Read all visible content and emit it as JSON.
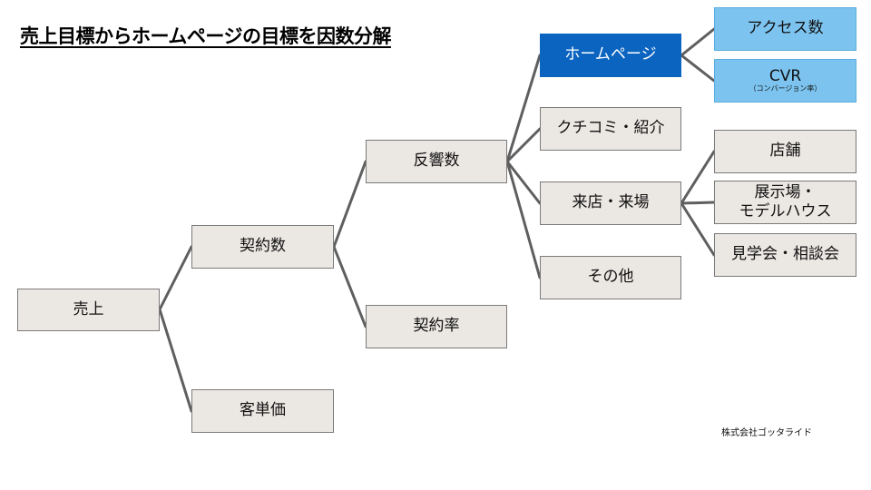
{
  "title": "売上目標からホームページの目標を因数分解",
  "nodes": {
    "sales": "売上",
    "contracts": "契約数",
    "unit_price": "客単価",
    "responses": "反響数",
    "contract_rate": "契約率",
    "homepage": "ホームページ",
    "word_of_mouth": "クチコミ・紹介",
    "visits": "来店・来場",
    "other": "その他",
    "access_count": "アクセス数",
    "cvr": "CVR",
    "cvr_note": "（コンバージョン率）",
    "store": "店舗",
    "showroom_line1": "展示場・",
    "showroom_line2": "モデルハウス",
    "tours": "見学会・相談会"
  },
  "company": "株式会社ゴッタライド",
  "colors": {
    "node_fill": "#ebe7e3",
    "highlight": "#0b64c0",
    "light_blue": "#7cc4ef",
    "line": "#5f5f5f"
  }
}
